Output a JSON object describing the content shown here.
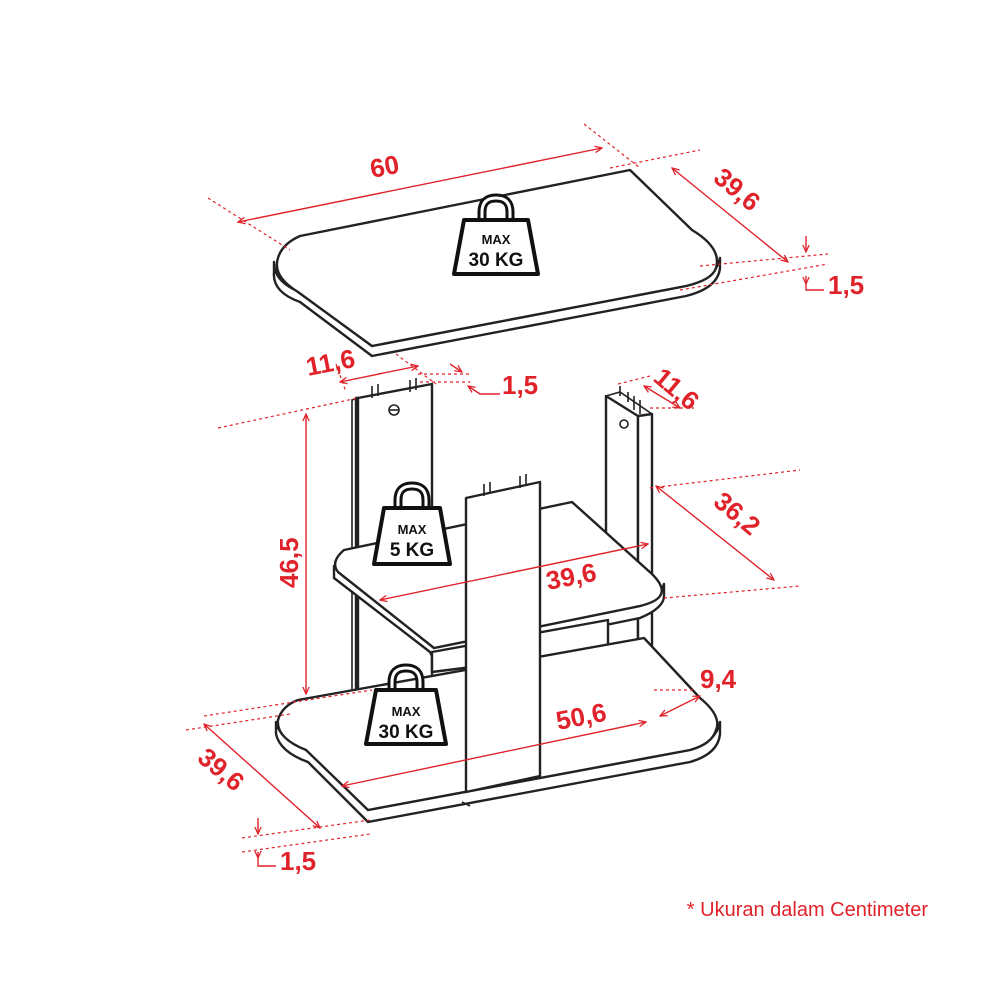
{
  "colors": {
    "dimension": "#e0222a",
    "outline": "#222222",
    "weight_fill": "#666666"
  },
  "dimensions": {
    "top_width": "60",
    "top_depth": "39,6",
    "top_thickness": "1,5",
    "left_post_width": "11,6",
    "left_post_thickness": "1,5",
    "right_post_width": "11,6",
    "post_height": "46,5",
    "shelf_depth": "36,2",
    "shelf_width": "39,6",
    "base_width": "50,6",
    "base_offset": "9,4",
    "base_depth": "39,6",
    "base_thickness": "1,5"
  },
  "weights": {
    "top": {
      "max": "MAX",
      "load": "30 KG"
    },
    "shelf": {
      "max": "MAX",
      "load": "5 KG"
    },
    "base": {
      "max": "MAX",
      "load": "30 KG"
    }
  },
  "note": "* Ukuran dalam Centimeter"
}
